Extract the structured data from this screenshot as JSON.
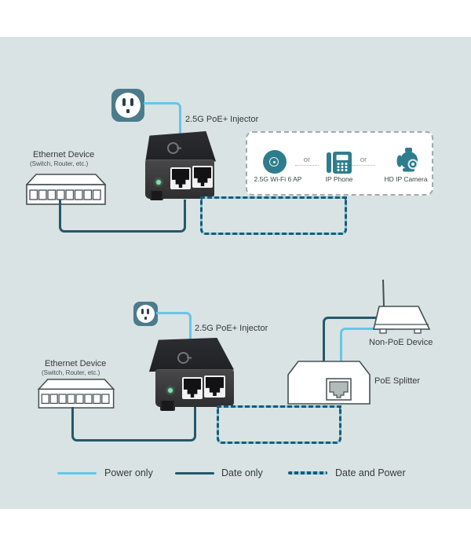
{
  "top": {
    "injector_label": "2.5G PoE+ Injector",
    "ethernet_device": {
      "title": "Ethernet Device",
      "subtitle": "(Switch, Router, etc.)"
    },
    "devices_box": {
      "separator": "or",
      "items": [
        {
          "label": "2.5G Wi-Fi 6 AP",
          "icon": "wifi-ap-icon"
        },
        {
          "label": "IP Phone",
          "icon": "ip-phone-icon"
        },
        {
          "label": "HD IP Camera",
          "icon": "ip-camera-icon"
        }
      ]
    }
  },
  "bottom": {
    "injector_label": "2.5G PoE+ Injector",
    "ethernet_device": {
      "title": "Ethernet Device",
      "subtitle": "(Switch, Router, etc.)"
    },
    "non_poe_device_label": "Non-PoE Device",
    "poe_splitter_label": "PoE Splitter"
  },
  "legend": {
    "items": [
      {
        "label": "Power only",
        "style": "power"
      },
      {
        "label": "Date only",
        "style": "data"
      },
      {
        "label": "Date and Power",
        "style": "data_power"
      }
    ]
  },
  "colors": {
    "background": "#d9e3e3",
    "power_line": "#66c5e9",
    "data_line": "#24586a",
    "combo_base": "#7fd2ec",
    "combo_dash": "#1d5a70",
    "accent_teal": "#2e7d8c",
    "outlet_teal": "#4c7b8b"
  }
}
